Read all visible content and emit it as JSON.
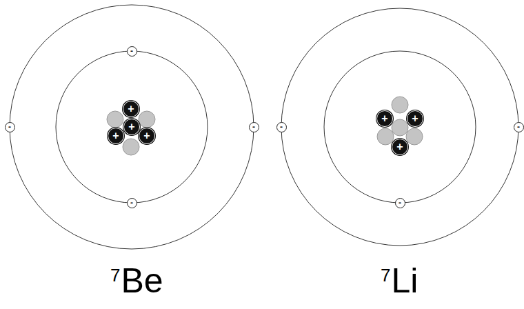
{
  "diagram": {
    "nodes": [
      {
        "text": [
          "+"
        ]
      },
      {
        "text": [
          "+"
        ]
      },
      {
        "text": [
          "+"
        ]
      },
      {
        "text": [
          "+"
        ]
      },
      {
        "text": [
          "-"
        ]
      },
      {
        "text": [
          "-"
        ]
      },
      {
        "text": [
          "-"
        ]
      },
      {
        "text": [
          "-"
        ]
      },
      {
        "text": [
          "+"
        ]
      },
      {
        "text": [
          "+"
        ]
      },
      {
        "text": [
          "+"
        ]
      },
      {
        "text": [
          "-"
        ]
      },
      {
        "text": [
          "-"
        ]
      },
      {
        "text": [
          "-"
        ]
      }
    ],
    "labels": [
      "7",
      "Be",
      "7",
      "Li"
    ]
  }
}
